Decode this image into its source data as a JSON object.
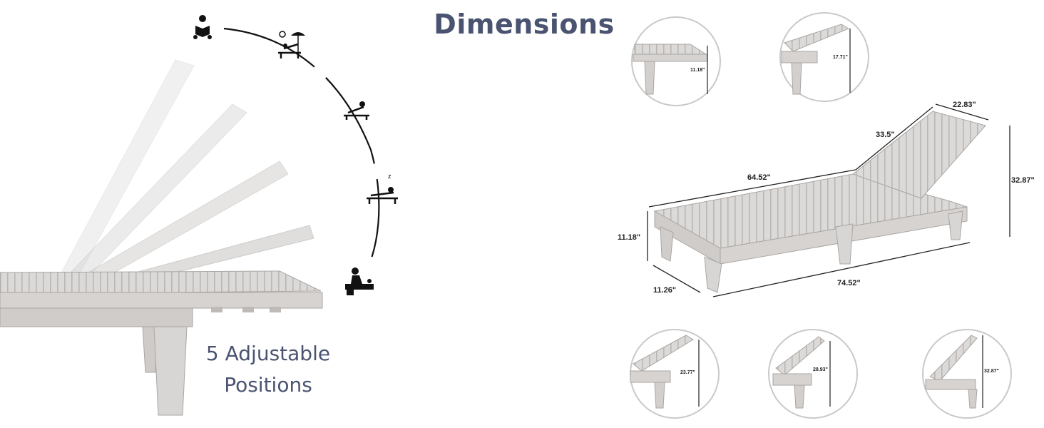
{
  "heading": {
    "title": "Dimensions"
  },
  "caption": {
    "line1": "5 Adjustable",
    "line2": "Positions"
  },
  "position_icons": [
    "reading-icon",
    "sunbathing-icon",
    "reclining-icon",
    "sleeping-icon",
    "massage-icon"
  ],
  "main_diagram": {
    "back_width": "22.83\"",
    "back_length": "33.5\"",
    "seat_length": "64.52\"",
    "back_height": "32.87\"",
    "seat_height": "11.18\"",
    "leg_width": "11.26\"",
    "total_length": "74.52\""
  },
  "detail_views": {
    "flat": "11.18\"",
    "level2": "17.71\"",
    "level3": "23.77\"",
    "level4": "28.93\"",
    "level5": "32.87\""
  },
  "colors": {
    "title": "#4a5470",
    "chair": "#d9d7d5",
    "chair_edge": "#a9a6a3",
    "circle": "#c9c9c9"
  }
}
